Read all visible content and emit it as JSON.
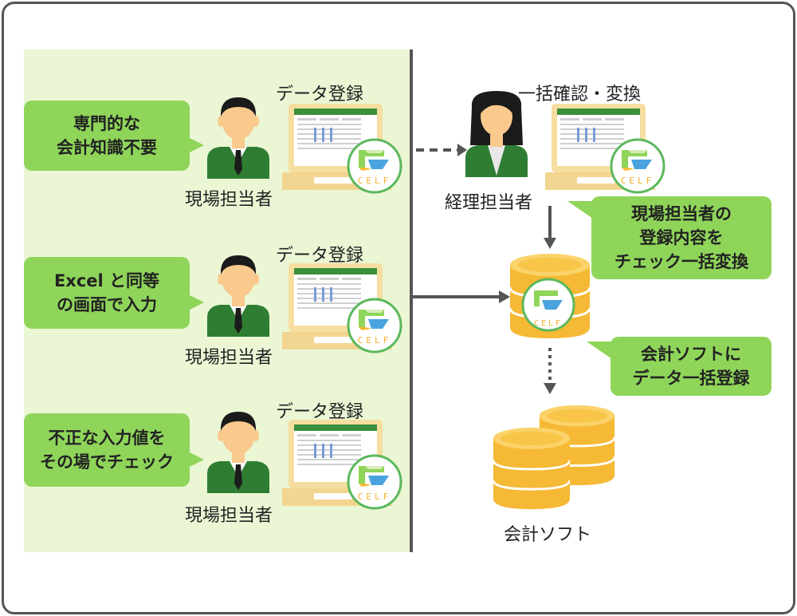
{
  "left_panel": {
    "rows": [
      {
        "bubble_lines": [
          "専門的な",
          "会計知識不要"
        ],
        "person_label": "現場担当者",
        "laptop_label": "データ登録"
      },
      {
        "bubble_lines": [
          "Excel と同等",
          "の画面で入力"
        ],
        "person_label": "現場担当者",
        "laptop_label": "データ登録"
      },
      {
        "bubble_lines": [
          "不正な入力値を",
          "その場でチェック"
        ],
        "person_label": "現場担当者",
        "laptop_label": "データ登録"
      }
    ]
  },
  "right_panel": {
    "reviewer_label": "経理担当者",
    "reviewer_laptop_label": "一括確認・変換",
    "bubble_convert_lines": [
      "現場担当者の",
      "登録内容を",
      "チェック一括変換"
    ],
    "bubble_register_lines": [
      "会計ソフトに",
      "データ一括登録"
    ],
    "accounting_label": "会計ソフト"
  },
  "logo_text": "CELF",
  "colors": {
    "panel_bg": "#eaf6d4",
    "bubble": "#8fd55a",
    "suit_green": "#2e7d32",
    "skin": "#f9c98d",
    "laptop": "#f6dea0",
    "db_gold": "#f5b935",
    "arrow": "#555555"
  }
}
